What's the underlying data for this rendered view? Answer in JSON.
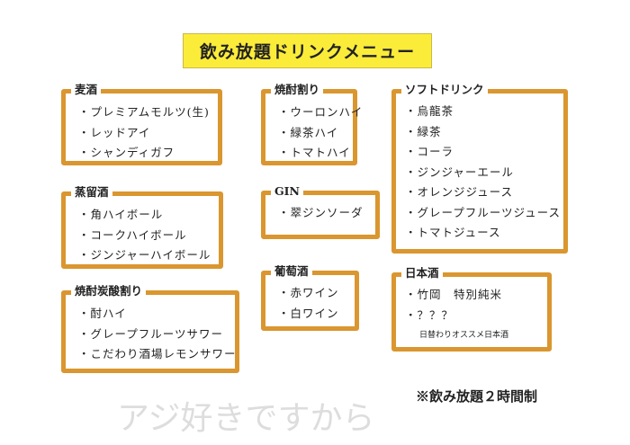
{
  "title": "飲み放題ドリンクメニュー",
  "logo_watermark": "アジ好きですから",
  "sections": {
    "beer": {
      "label": "麦酒",
      "items": [
        "プレミアムモルツ(生)",
        "レッドアイ",
        "シャンディガフ"
      ]
    },
    "shochu_wari": {
      "label": "焼酎割り",
      "items": [
        "ウーロンハイ",
        "緑茶ハイ",
        "トマトハイ"
      ]
    },
    "soft_drink": {
      "label": "ソフトドリンク",
      "items": [
        "烏龍茶",
        "緑茶",
        "コーラ",
        "ジンジャーエール",
        "オレンジジュース",
        "グレープフルーツジュース",
        "トマトジュース"
      ]
    },
    "distilled": {
      "label": "蒸留酒",
      "items": [
        "角ハイボール",
        "コークハイボール",
        "ジンジャーハイボール"
      ]
    },
    "gin": {
      "label": "GIN",
      "items": [
        "翠ジンソーダ"
      ]
    },
    "wine": {
      "label": "葡萄酒",
      "items": [
        "赤ワイン",
        "白ワイン"
      ]
    },
    "sake": {
      "label": "日本酒",
      "items": [
        "竹岡　特別純米",
        "？？？"
      ],
      "note": "日替わりオススメ日本酒"
    },
    "chuhai": {
      "label": "焼酎炭酸割り",
      "items": [
        "酎ハイ",
        "グレープフルーツサワー",
        "こだわり酒場レモンサワー"
      ]
    }
  },
  "footer": "※飲み放題２時間制",
  "colors": {
    "title_bg": "#FBEC3A",
    "border": "#DA962F"
  }
}
